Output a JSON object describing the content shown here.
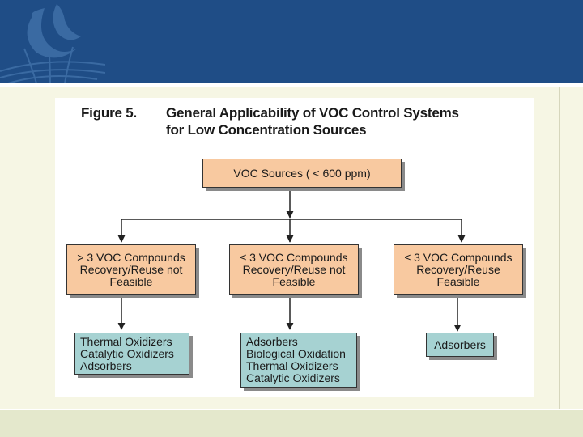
{
  "figure": {
    "label": "Figure 5.",
    "title_line1": "General Applicability of VOC Control Systems",
    "title_line2": "for Low Concentration Sources"
  },
  "diagram": {
    "root": "VOC Sources ( < 600 ppm)",
    "branches": [
      {
        "condition": [
          "> 3 VOC Compounds",
          "Recovery/Reuse not",
          "Feasible"
        ],
        "controls": [
          "Thermal Oxidizers",
          "Catalytic Oxidizers",
          "Adsorbers"
        ]
      },
      {
        "condition": [
          "≤ 3 VOC Compounds",
          "Recovery/Reuse not",
          "Feasible"
        ],
        "controls": [
          "Adsorbers",
          "Biological Oxidation",
          "Thermal Oxidizers",
          "Catalytic Oxidizers"
        ]
      },
      {
        "condition": [
          "≤ 3 VOC Compounds",
          "Recovery/Reuse",
          "Feasible"
        ],
        "controls": [
          "Adsorbers"
        ]
      }
    ]
  },
  "colors": {
    "header": "#1f4d86",
    "condition_box": "#f8c9a0",
    "control_box": "#a6d2d2"
  }
}
